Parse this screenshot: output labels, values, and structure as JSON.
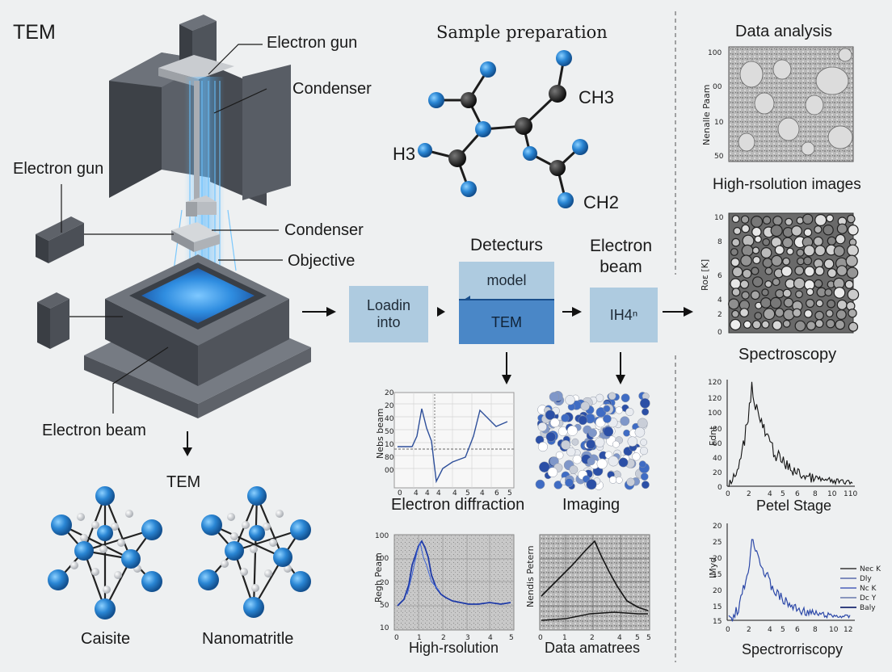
{
  "tem_diagram": {
    "title": "TEM",
    "labels": {
      "gun_top": "Electron gun",
      "condenser_top": "Condenser",
      "gun_left": "Electron gun",
      "condenser_mid": "Condenser",
      "objective": "Objective",
      "beam": "Electron beam"
    },
    "output_label": "TEM",
    "structures": [
      "Caisite",
      "Nanomatritle"
    ]
  },
  "sample_prep": {
    "title": "Sample preparation",
    "groups": [
      "CH3",
      "H3",
      "CH2"
    ]
  },
  "workflow": {
    "detectors_label": "Detecturs",
    "beam_label": [
      "Electron",
      "beam"
    ],
    "box_load": [
      "Loadin",
      "into"
    ],
    "box_model": "model",
    "box_tem": "TEM",
    "box_h4": "IH4ⁿ"
  },
  "panels": {
    "electron_diffraction": {
      "caption": "Electron diffraction",
      "ylabel": "Nebs beam",
      "yticks": [
        "20",
        "20",
        "40",
        "50",
        "10",
        "80",
        "00"
      ],
      "xticks": [
        "0",
        "4",
        "4",
        "4",
        "4",
        "5",
        "4",
        "6",
        "5"
      ]
    },
    "imaging": {
      "caption": "Imaging"
    },
    "high_res_plot": {
      "caption": "High-rsolution",
      "ylabel": "Regh Peam",
      "yticks": [
        "100",
        "100",
        "20",
        "50",
        "10"
      ],
      "xticks": [
        "0",
        "1",
        "2",
        "3",
        "4",
        "5"
      ]
    },
    "data_plot": {
      "caption": "Data amatrees",
      "ylabel": "Nendis Petern",
      "xticks": [
        "0",
        "1",
        "2",
        "4",
        "5",
        "5"
      ]
    }
  },
  "right_column": {
    "data_analysis": {
      "title": "Data analysis",
      "ylabel": "Nenalle Paam",
      "yticks": [
        "100",
        "00",
        "10",
        "50"
      ]
    },
    "high_res_images": {
      "title": "High-rsolution images",
      "ylabel": "Roε [K]",
      "yticks": [
        "10",
        "8",
        "6",
        "4",
        "2",
        "0"
      ]
    },
    "spectroscopy": {
      "title": "Spectroscopy",
      "xlabel": "Petel Stage",
      "ylabel": "Fdnt",
      "yticks": [
        "120",
        "120",
        "100",
        "80",
        "60",
        "40",
        "20",
        "0"
      ],
      "xticks": [
        "0",
        "2",
        "4",
        "5",
        "6",
        "8",
        "10",
        "110"
      ]
    },
    "spectroscopy2": {
      "title": "Spectrorriscopy",
      "ylabel": "IMyd",
      "yticks": [
        "20",
        "25",
        "20",
        "15",
        "20",
        "15",
        "15"
      ],
      "xticks": [
        "0",
        "2",
        "4",
        "5",
        "6",
        "8",
        "10",
        "12"
      ],
      "legend": [
        "Nec K",
        "Dly",
        "Nc K",
        "Dc Y",
        "Baly"
      ]
    }
  },
  "colors": {
    "accent_blue": "#2f7fcf",
    "box_fill": "#aecbe0",
    "tem_blue": "#4a87c7",
    "machine_dark": "#4b4f56",
    "background": "#eef0f1"
  }
}
